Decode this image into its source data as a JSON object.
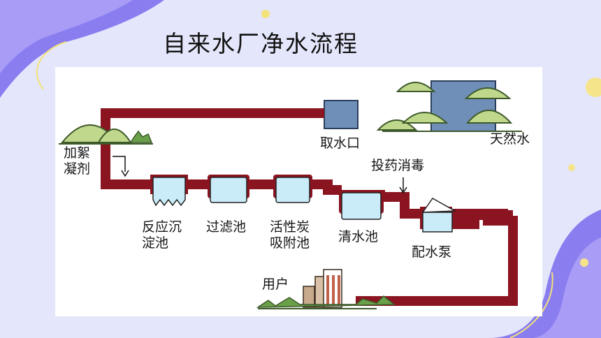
{
  "title": "自来水厂净水流程",
  "labels": {
    "coagulant": "加絮\n凝剂",
    "intake": "取水口",
    "natural_water": "天然水",
    "disinfect": "投药消毒",
    "sedimentation": "反应沉\n淀池",
    "filter": "过滤池",
    "carbon": "活性炭\n吸附池",
    "clear_water": "清水池",
    "pump": "配水泵",
    "users": "用户"
  },
  "colors": {
    "pipe": "#8a1420",
    "tank": "#c9ecf8",
    "intake_box": "#6f8fb8",
    "hill": "#bfd88c"
  }
}
